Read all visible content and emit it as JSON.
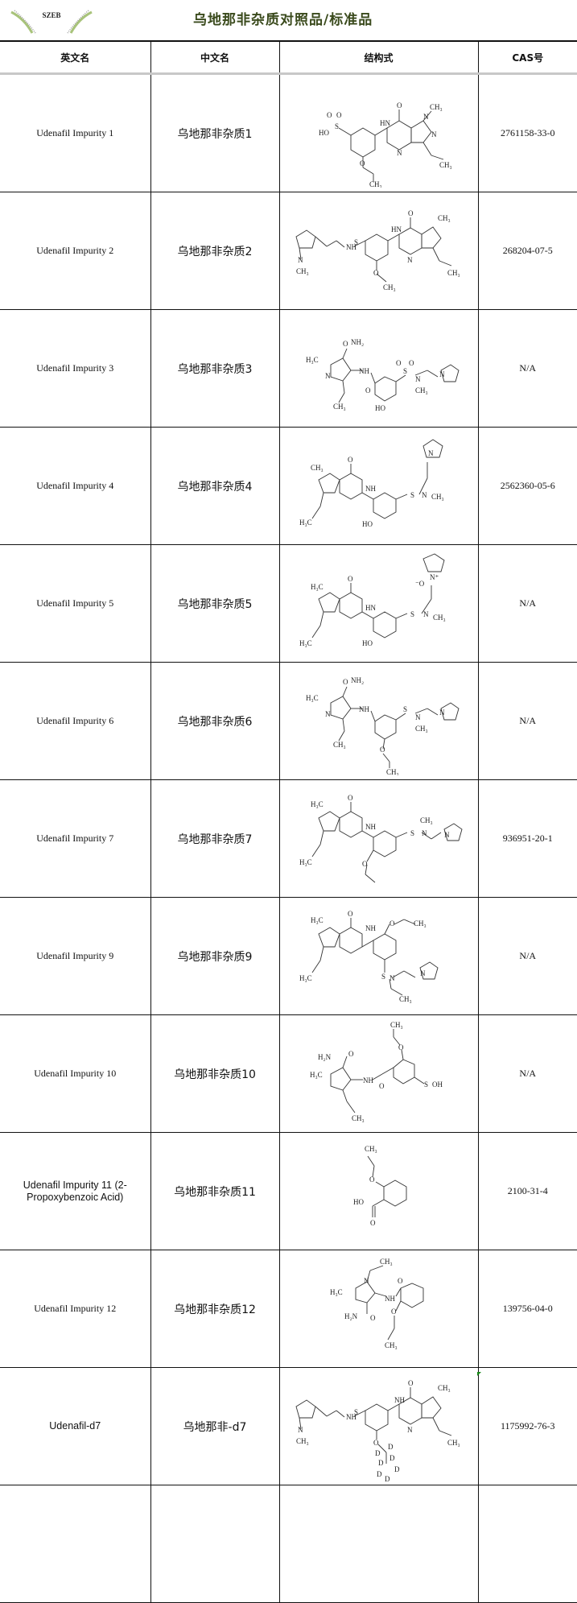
{
  "header": {
    "logo_text": "SZEB",
    "title": "乌地那非杂质对照品/标准品",
    "brand_color": "#2e7d3a",
    "title_color": "#3a4a1c"
  },
  "table": {
    "columns": [
      "英文名",
      "中文名",
      "结构式",
      "CAS号"
    ],
    "rows": [
      {
        "en": "Udenafil Impurity 1",
        "cn": "乌地那非杂质1",
        "structure": "sulfonic acid pyrazolopyrimidinone (propoxy)",
        "cas": "2761158-33-0"
      },
      {
        "en": "Udenafil Impurity 2",
        "cn": "乌地那非杂质2",
        "structure": "ethoxy udenafil analog",
        "cas": "268204-07-5"
      },
      {
        "en": "Udenafil Impurity 3",
        "cn": "乌地那非杂质3",
        "structure": "pyrazole carboxamide hydroxybenzamide",
        "cas": "N/A"
      },
      {
        "en": "Udenafil Impurity 4",
        "cn": "乌地那非杂质4",
        "structure": "hydroxy pyrazolopyrimidinone N-methyl sulfonamide",
        "cas": "2562360-05-6"
      },
      {
        "en": "Udenafil Impurity 5",
        "cn": "乌地那非杂质5",
        "structure": "N-oxide pyrrolidine analog",
        "cas": "N/A"
      },
      {
        "en": "Udenafil Impurity 6",
        "cn": "乌地那非杂质6",
        "structure": "pyrazole carboxamide propoxybenzamide",
        "cas": "N/A"
      },
      {
        "en": "Udenafil Impurity 7",
        "cn": "乌地那非杂质7",
        "structure": "propoxy N-methyl sulfonamide analog",
        "cas": "936951-20-1"
      },
      {
        "en": "Udenafil Impurity 9",
        "cn": "乌地那非杂质9",
        "structure": "propoxy N-ethyl sulfonamide analog",
        "cas": "N/A"
      },
      {
        "en": "Udenafil Impurity 10",
        "cn": "乌地那非杂质10",
        "structure": "pyrazole carboxamide sulfonic acid",
        "cas": "N/A"
      },
      {
        "en": "Udenafil Impurity 11 (2-Propoxybenzoic Acid)",
        "cn": "乌地那非杂质11",
        "structure": "2-propoxybenzoic acid",
        "cas": "2100-31-4"
      },
      {
        "en": "Udenafil Impurity 12",
        "cn": "乌地那非杂质12",
        "structure": "pyrazole carboxamide propoxybenzamide (no sulfonyl)",
        "cas": "139756-04-0"
      },
      {
        "en": "Udenafil-d7",
        "cn": "乌地那非-d7",
        "structure": "deuterated udenafil (d7 propoxy)",
        "cas": "1175992-76-3"
      },
      {
        "en": "",
        "cn": "",
        "structure": "",
        "cas": ""
      }
    ]
  },
  "labels": {
    "O": "O",
    "HN": "HN",
    "NH": "NH",
    "N": "N",
    "CH3": "CH₃",
    "H3C": "H₃C",
    "HO": "HO",
    "OH": "OH",
    "S": "S",
    "NH2": "NH₂",
    "H2N": "H₂N",
    "D": "D",
    "Nplus": "N⁺",
    "Ominus": "⁻O"
  }
}
